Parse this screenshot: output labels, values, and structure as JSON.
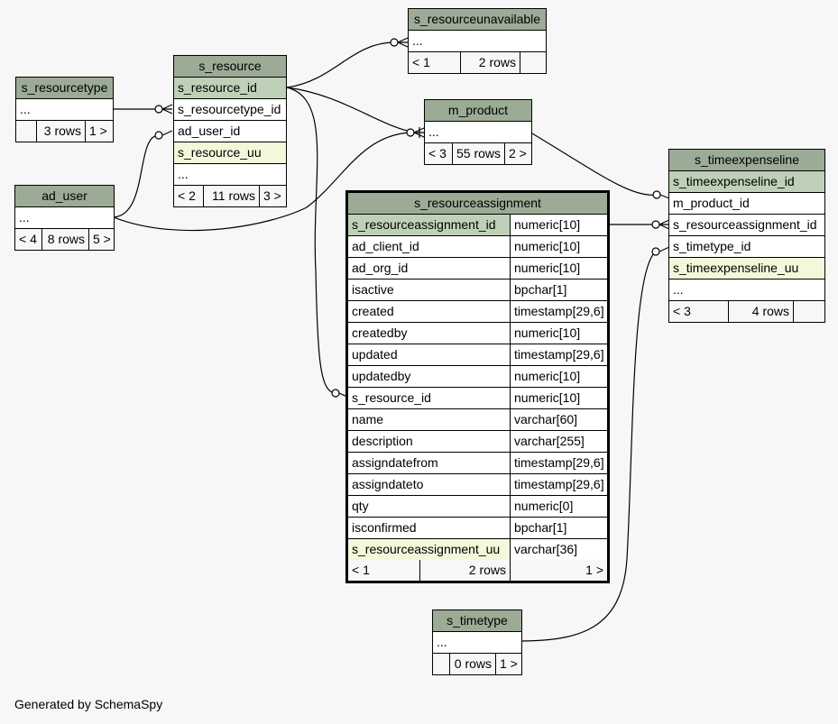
{
  "tables": {
    "s_resourceunavailable": {
      "name": "s_resourceunavailable",
      "cols": [
        "..."
      ],
      "footer": [
        "< 1",
        "2 rows",
        ""
      ]
    },
    "s_resource": {
      "name": "s_resource",
      "cols": [
        "s_resource_id",
        "s_resourcetype_id",
        "ad_user_id",
        "s_resource_uu",
        "..."
      ],
      "footer": [
        "< 2",
        "11 rows",
        "3 >"
      ]
    },
    "s_resourcetype": {
      "name": "s_resourcetype",
      "cols": [
        "..."
      ],
      "footer": [
        "",
        "3 rows",
        "1 >"
      ]
    },
    "m_product": {
      "name": "m_product",
      "cols": [
        "..."
      ],
      "footer": [
        "< 3",
        "55 rows",
        "2 >"
      ]
    },
    "ad_user": {
      "name": "ad_user",
      "cols": [
        "..."
      ],
      "footer": [
        "< 4",
        "8 rows",
        "5 >"
      ]
    },
    "s_timeexpenseline": {
      "name": "s_timeexpenseline",
      "cols": [
        "s_timeexpenseline_id",
        "m_product_id",
        "s_resourceassignment_id",
        "s_timetype_id",
        "s_timeexpenseline_uu",
        "..."
      ],
      "footer": [
        "< 3",
        "4 rows",
        ""
      ]
    },
    "s_timetype": {
      "name": "s_timetype",
      "cols": [
        "..."
      ],
      "footer": [
        "",
        "0 rows",
        "1 >"
      ]
    },
    "s_resourceassignment": {
      "name": "s_resourceassignment",
      "cols": [
        {
          "name": "s_resourceassignment_id",
          "type": "numeric[10]"
        },
        {
          "name": "ad_client_id",
          "type": "numeric[10]"
        },
        {
          "name": "ad_org_id",
          "type": "numeric[10]"
        },
        {
          "name": "isactive",
          "type": "bpchar[1]"
        },
        {
          "name": "created",
          "type": "timestamp[29,6]"
        },
        {
          "name": "createdby",
          "type": "numeric[10]"
        },
        {
          "name": "updated",
          "type": "timestamp[29,6]"
        },
        {
          "name": "updatedby",
          "type": "numeric[10]"
        },
        {
          "name": "s_resource_id",
          "type": "numeric[10]"
        },
        {
          "name": "name",
          "type": "varchar[60]"
        },
        {
          "name": "description",
          "type": "varchar[255]"
        },
        {
          "name": "assigndatefrom",
          "type": "timestamp[29,6]"
        },
        {
          "name": "assigndateto",
          "type": "timestamp[29,6]"
        },
        {
          "name": "qty",
          "type": "numeric[0]"
        },
        {
          "name": "isconfirmed",
          "type": "bpchar[1]"
        },
        {
          "name": "s_resourceassignment_uu",
          "type": "varchar[36]"
        }
      ],
      "footer": [
        "< 1",
        "2 rows",
        "1 >"
      ]
    }
  },
  "credit": "Generated by SchemaSpy"
}
